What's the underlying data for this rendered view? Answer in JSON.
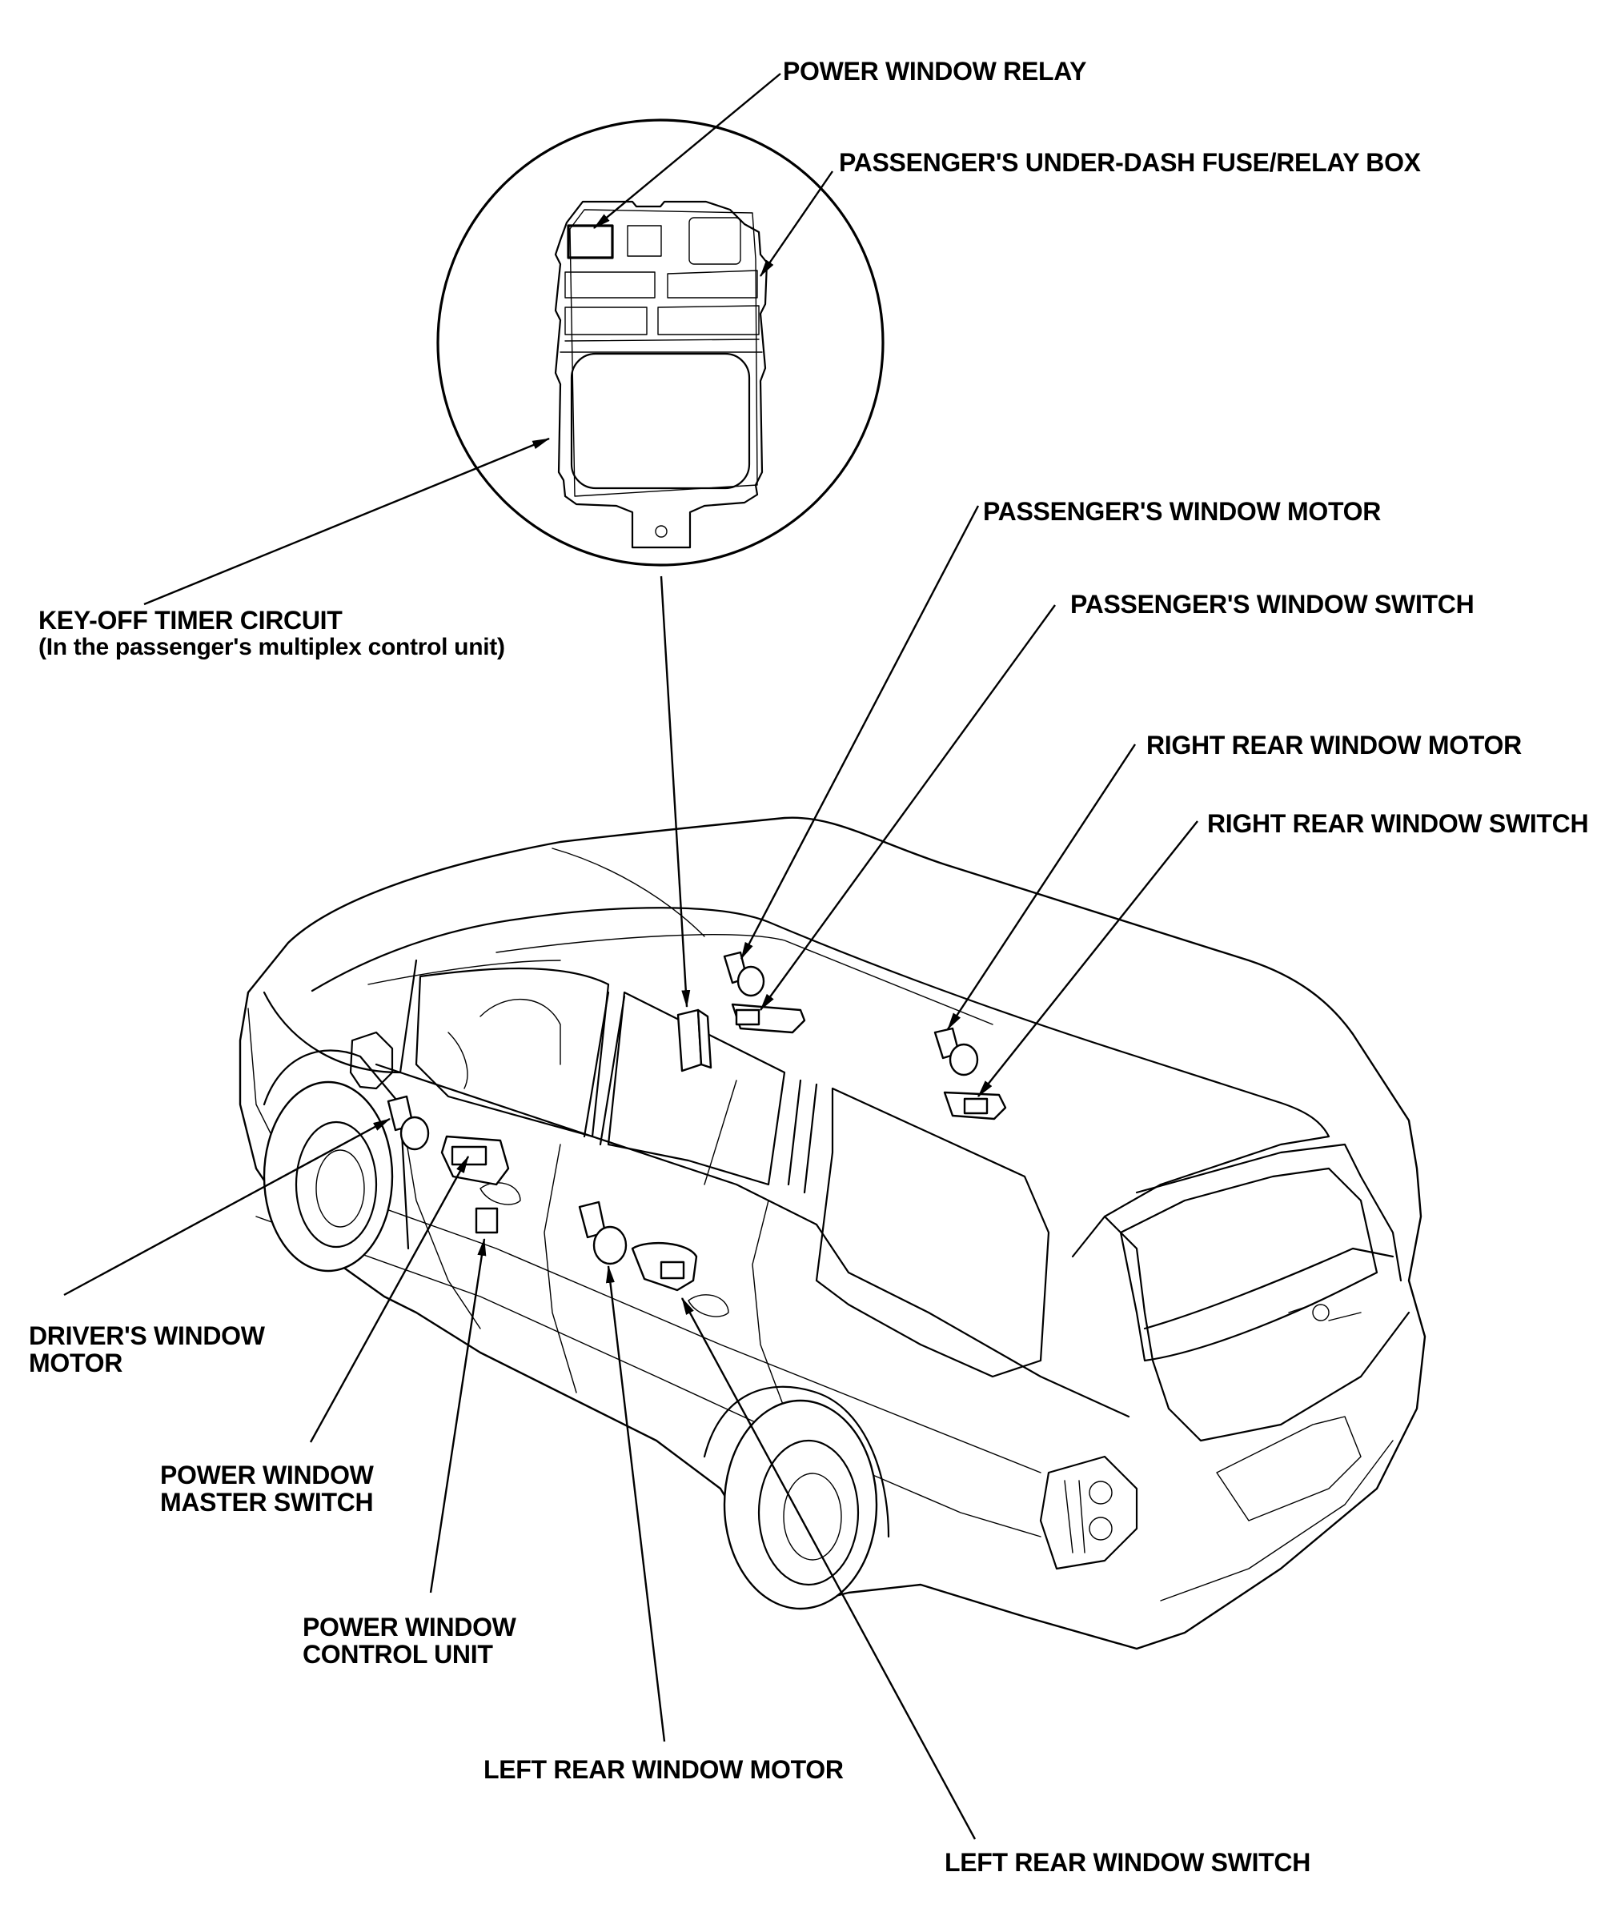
{
  "labels": {
    "power_window_relay": "POWER WINDOW RELAY",
    "fuse_box": "PASSENGER'S UNDER-DASH FUSE/RELAY BOX",
    "key_off_timer": "KEY-OFF TIMER CIRCUIT",
    "key_off_timer_sub": "(In the passenger's multiplex control unit)",
    "passenger_window_motor": "PASSENGER'S WINDOW MOTOR",
    "passenger_window_switch": "PASSENGER'S WINDOW SWITCH",
    "right_rear_window_motor": "RIGHT REAR WINDOW MOTOR",
    "right_rear_window_switch": "RIGHT REAR WINDOW SWITCH",
    "driver_window_motor_1": "DRIVER'S WINDOW",
    "driver_window_motor_2": "MOTOR",
    "master_switch_1": "POWER WINDOW",
    "master_switch_2": "MASTER SWITCH",
    "control_unit_1": "POWER WINDOW",
    "control_unit_2": "CONTROL UNIT",
    "left_rear_window_motor": "LEFT REAR WINDOW MOTOR",
    "left_rear_window_switch": "LEFT REAR WINDOW SWITCH"
  },
  "icons": [
    "fuse-relay-box-icon",
    "vehicle-icon",
    "window-motor-icon",
    "window-switch-icon",
    "control-unit-icon"
  ]
}
